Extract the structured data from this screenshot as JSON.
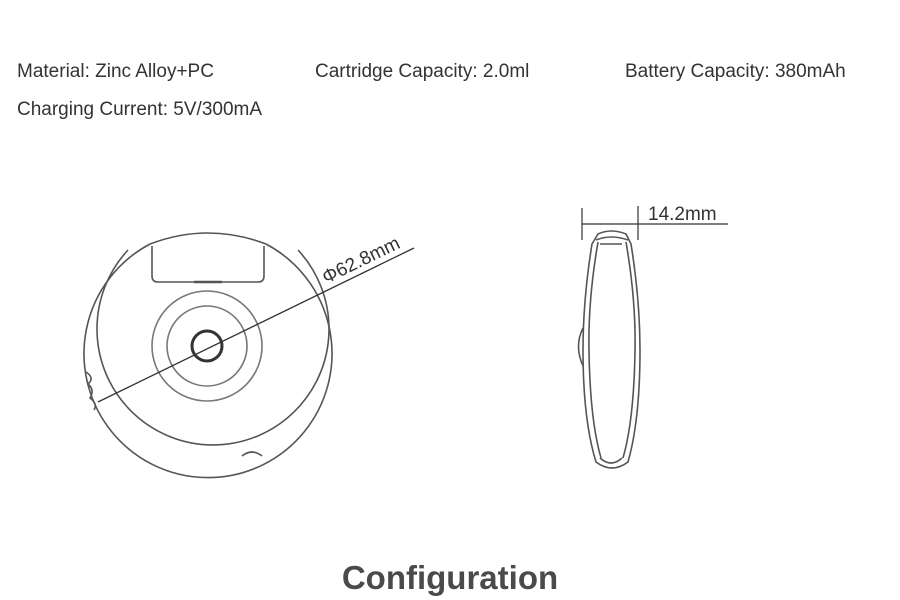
{
  "specs": {
    "material": "Material: Zinc Alloy+PC",
    "cartridge_capacity": "Cartridge Capacity: 2.0ml",
    "battery_capacity": "Battery Capacity: 380mAh",
    "charging_current": "Charging Current: 5V/300mA"
  },
  "front_view": {
    "diameter_label": "Φ62.8mm"
  },
  "side_view": {
    "thickness_label": "14.2mm"
  },
  "caption": "Configuration",
  "colors": {
    "line": "#555555",
    "text": "#333333",
    "caption": "#4a4a4a"
  }
}
